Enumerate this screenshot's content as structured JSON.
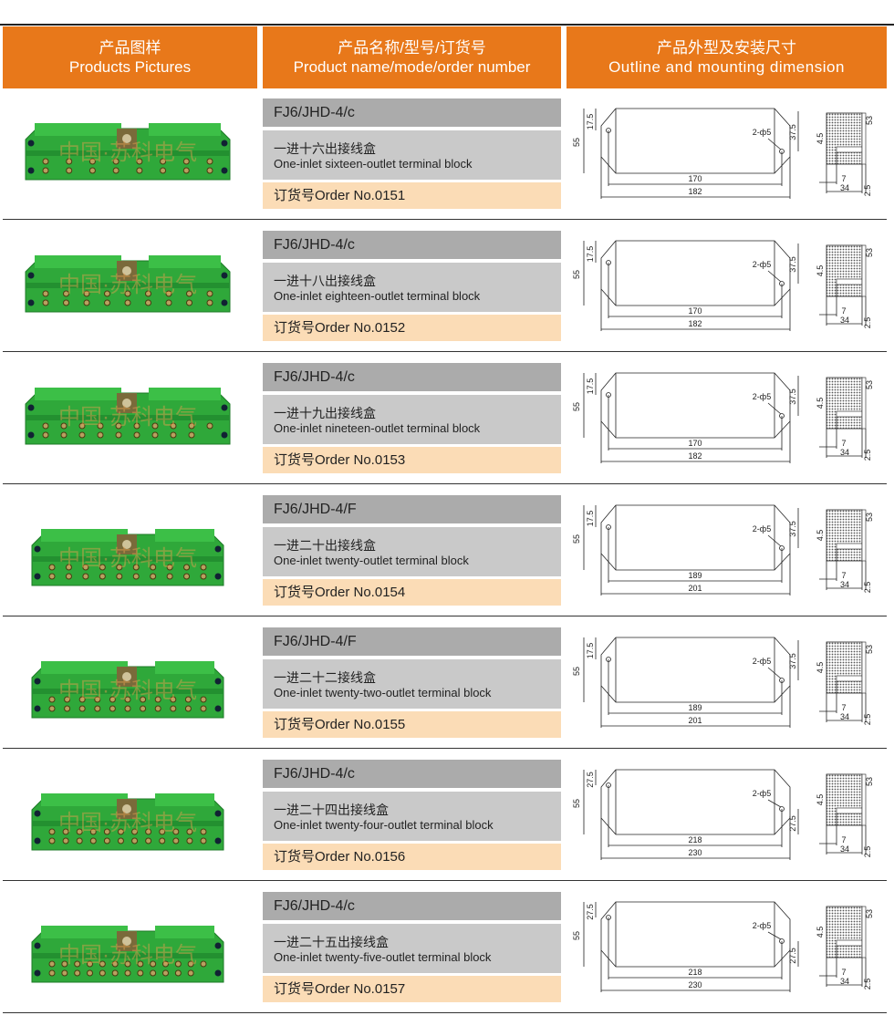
{
  "header": {
    "col1_cn": "产品图样",
    "col1_en": "Products Pictures",
    "col2_cn": "产品名称/型号/订货号",
    "col2_en": "Product name/mode/order number",
    "col3_cn": "产品外型及安装尺寸",
    "col3_en": "Outline and mounting dimension"
  },
  "watermark": "中国·苏科电气",
  "colors": {
    "header": "#e8781a",
    "model_bar": "#ababab",
    "desc_box": "#c9c9c9",
    "order_bar": "#fbdcb6",
    "product_green": "#2fa83a"
  },
  "products": [
    {
      "model": "FJ6/JHD-4/c",
      "name_cn": "一进十六出接线盒",
      "name_en": "One-inlet sixteen-outlet terminal block",
      "order": "订货号Order No.0151",
      "dims": {
        "height": "55",
        "left_hole": "17.5",
        "right_hole": "37.5",
        "right_hole_pos": "top",
        "inner": "170",
        "outer": "182",
        "hole": "2-ф5",
        "side_slot": "4.5",
        "side_h": "53",
        "side_a": "7",
        "side_w": "34",
        "side_t": "2.5"
      },
      "terminals": 16
    },
    {
      "model": "FJ6/JHD-4/c",
      "name_cn": "一进十八出接线盒",
      "name_en": "One-inlet eighteen-outlet terminal block",
      "order": "订货号Order No.0152",
      "dims": {
        "height": "55",
        "left_hole": "17.5",
        "right_hole": "37.5",
        "right_hole_pos": "top",
        "inner": "170",
        "outer": "182",
        "hole": "2-ф5",
        "side_slot": "4.5",
        "side_h": "53",
        "side_a": "7",
        "side_w": "34",
        "side_t": "2.5"
      },
      "terminals": 18
    },
    {
      "model": "FJ6/JHD-4/c",
      "name_cn": "一进十九出接线盒",
      "name_en": "One-inlet nineteen-outlet terminal block",
      "order": "订货号Order No.0153",
      "dims": {
        "height": "55",
        "left_hole": "17.5",
        "right_hole": "37.5",
        "right_hole_pos": "top",
        "inner": "170",
        "outer": "182",
        "hole": "2-ф5",
        "side_slot": "4.5",
        "side_h": "53",
        "side_a": "7",
        "side_w": "34",
        "side_t": "2.5"
      },
      "terminals": 19
    },
    {
      "model": "FJ6/JHD-4/F",
      "name_cn": "一进二十出接线盒",
      "name_en": "One-inlet twenty-outlet terminal block",
      "order": "订货号Order No.0154",
      "dims": {
        "height": "55",
        "left_hole": "17.5",
        "right_hole": "37.5",
        "right_hole_pos": "top",
        "inner": "189",
        "outer": "201",
        "hole": "2-ф5",
        "side_slot": "4.5",
        "side_h": "53",
        "side_a": "7",
        "side_w": "34",
        "side_t": "2.5"
      },
      "terminals": 20
    },
    {
      "model": "FJ6/JHD-4/F",
      "name_cn": "一进二十二接线盒",
      "name_en": "One-inlet twenty-two-outlet terminal block",
      "order": "订货号Order No.0155",
      "dims": {
        "height": "55",
        "left_hole": "17.5",
        "right_hole": "37.5",
        "right_hole_pos": "top",
        "inner": "189",
        "outer": "201",
        "hole": "2-ф5",
        "side_slot": "4.5",
        "side_h": "53",
        "side_a": "7",
        "side_w": "34",
        "side_t": "2.5"
      },
      "terminals": 22
    },
    {
      "model": "FJ6/JHD-4/c",
      "name_cn": "一进二十四出接线盒",
      "name_en": "One-inlet twenty-four-outlet terminal block",
      "order": "订货号Order No.0156",
      "dims": {
        "height": "55",
        "left_hole": "27.5",
        "right_hole": "27.5",
        "right_hole_pos": "bottom",
        "inner": "218",
        "outer": "230",
        "hole": "2-ф5",
        "side_slot": "4.5",
        "side_h": "53",
        "side_a": "7",
        "side_w": "34",
        "side_t": "2.5"
      },
      "terminals": 24
    },
    {
      "model": "FJ6/JHD-4/c",
      "name_cn": "一进二十五出接线盒",
      "name_en": "One-inlet twenty-five-outlet terminal block",
      "order": "订货号Order No.0157",
      "dims": {
        "height": "55",
        "left_hole": "27.5",
        "right_hole": "27.5",
        "right_hole_pos": "bottom",
        "inner": "218",
        "outer": "230",
        "hole": "2-ф5",
        "side_slot": "4.5",
        "side_h": "53",
        "side_a": "7",
        "side_w": "34",
        "side_t": "2.5"
      },
      "terminals": 25
    }
  ]
}
